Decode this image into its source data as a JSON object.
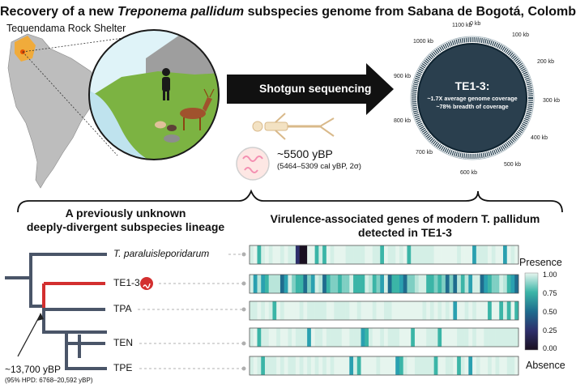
{
  "header": {
    "title_pre": "Recovery of a new ",
    "title_em": "Treponema pallidum",
    "title_post": " subspecies genome from Sabana de Bogotá, Colombia"
  },
  "site": {
    "label": "Tequendama Rock Shelter"
  },
  "process": {
    "arrow_label": "Shotgun sequencing",
    "age": "~5500 yBP",
    "age_range": "(5464–5309 cal yBP, 2σ)"
  },
  "genome_plot": {
    "title": "TE1-3:",
    "line1": "~1.7X average genome coverage",
    "line2": "~78% breadth of coverage",
    "kb_labels": [
      "0 kb",
      "100 kb",
      "200 kb",
      "300 kb",
      "400 kb",
      "500 kb",
      "600 kb",
      "700 kb",
      "800 kb",
      "900 kb",
      "1000 kb",
      "1100 kb"
    ]
  },
  "phylogeny": {
    "heading_1": "A previously unknown",
    "heading_2": "deeply-divergent subspecies lineage",
    "taxa": [
      "T. paraluisleporidarum",
      "TE1-3",
      "TPA",
      "TEN",
      "TPE"
    ],
    "node_age": "~13,700 yBP",
    "node_hpd": "(95% HPD: 6768–20,592 yBP)"
  },
  "heatmap": {
    "heading_1": "Virulence-associated genes of modern T. pallidum",
    "heading_2": "detected in TE1-3",
    "scale_top": "Presence",
    "scale_bottom": "Absence",
    "scale_ticks": [
      "1.00",
      "0.75",
      "0.50",
      "0.25",
      "0.00"
    ]
  },
  "colors": {
    "tree_branch": "#4a5568",
    "te13_branch": "#d32f2f",
    "arrow": "#111111",
    "circle_bg": "#2a3f4e",
    "water": "#bfe3ee",
    "land": "#7cb342",
    "heat_low": "#e8f5ef",
    "heat_high": "#1b7fa6"
  }
}
